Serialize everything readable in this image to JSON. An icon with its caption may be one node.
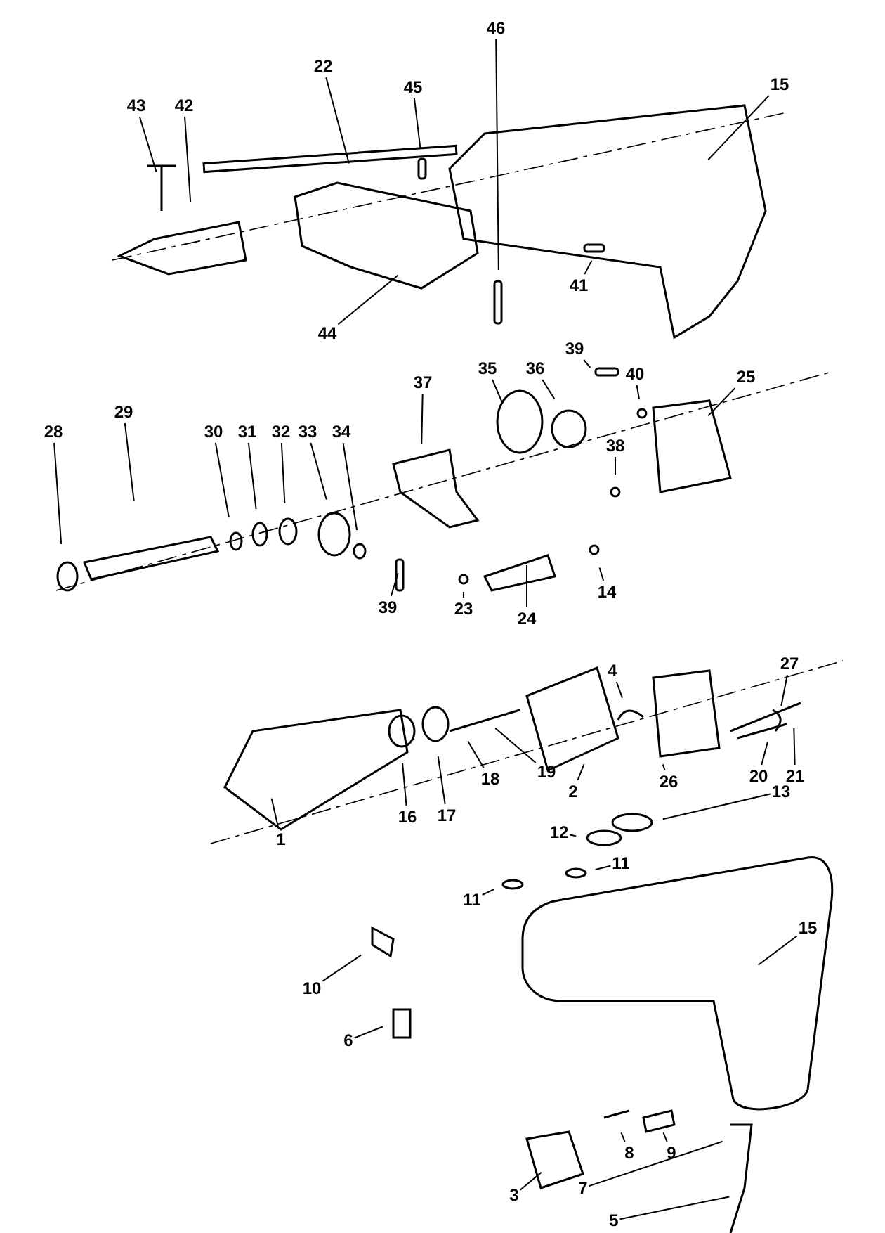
{
  "diagram": {
    "nodes": [
      {
        "text": [
          "46"
        ]
      },
      {
        "text": [
          "45"
        ]
      },
      {
        "text": [
          "43"
        ]
      },
      {
        "text": [
          "42"
        ]
      },
      {
        "text": [
          "22"
        ]
      },
      {
        "text": [
          "15"
        ]
      },
      {
        "text": [
          "44"
        ]
      },
      {
        "text": [
          "41"
        ]
      },
      {
        "text": [
          "39"
        ]
      },
      {
        "text": [
          "40"
        ]
      },
      {
        "text": [
          "37"
        ]
      },
      {
        "text": [
          "35"
        ]
      },
      {
        "text": [
          "36"
        ]
      },
      {
        "text": [
          "25"
        ]
      },
      {
        "text": [
          "28"
        ]
      },
      {
        "text": [
          "29"
        ]
      },
      {
        "text": [
          "30"
        ]
      },
      {
        "text": [
          "31"
        ]
      },
      {
        "text": [
          "32"
        ]
      },
      {
        "text": [
          "33"
        ]
      },
      {
        "text": [
          "34"
        ]
      },
      {
        "text": [
          "38"
        ]
      },
      {
        "text": [
          "4"
        ]
      },
      {
        "text": [
          "27"
        ]
      },
      {
        "text": [
          "39"
        ]
      },
      {
        "text": [
          "23"
        ]
      },
      {
        "text": [
          "24"
        ]
      },
      {
        "text": [
          "14"
        ]
      },
      {
        "text": [
          "26"
        ]
      },
      {
        "text": [
          "20"
        ]
      },
      {
        "text": [
          "21"
        ]
      },
      {
        "text": [
          "18"
        ]
      },
      {
        "text": [
          "19"
        ]
      },
      {
        "text": [
          "2"
        ]
      },
      {
        "text": [
          "16"
        ]
      },
      {
        "text": [
          "17"
        ]
      },
      {
        "text": [
          "1"
        ]
      },
      {
        "text": [
          "13"
        ]
      },
      {
        "text": [
          "12"
        ]
      },
      {
        "text": [
          "11"
        ]
      },
      {
        "text": [
          "11"
        ]
      },
      {
        "text": [
          "15"
        ]
      },
      {
        "text": [
          "10"
        ]
      },
      {
        "text": [
          "6"
        ]
      },
      {
        "text": [
          "8"
        ]
      },
      {
        "text": [
          "9"
        ]
      },
      {
        "text": [
          "3"
        ]
      },
      {
        "text": [
          "7"
        ]
      },
      {
        "text": [
          "5"
        ]
      }
    ],
    "edges": [
      {
        "from": 0,
        "to": null,
        "arrow": "none"
      },
      {
        "from": 1,
        "to": null,
        "arrow": "none"
      },
      {
        "from": 2,
        "to": null,
        "arrow": "none"
      },
      {
        "from": 3,
        "to": null,
        "arrow": "none"
      },
      {
        "from": 4,
        "to": null,
        "arrow": "none"
      },
      {
        "from": 5,
        "to": null,
        "arrow": "none"
      },
      {
        "from": 6,
        "to": null,
        "arrow": "none"
      },
      {
        "from": 7,
        "to": null,
        "arrow": "none"
      },
      {
        "from": 8,
        "to": null,
        "arrow": "none"
      },
      {
        "from": 9,
        "to": null,
        "arrow": "none"
      },
      {
        "from": 10,
        "to": null,
        "arrow": "none"
      },
      {
        "from": 11,
        "to": null,
        "arrow": "none"
      },
      {
        "from": 12,
        "to": null,
        "arrow": "none"
      },
      {
        "from": 13,
        "to": null,
        "arrow": "none"
      },
      {
        "from": 14,
        "to": null,
        "arrow": "none"
      },
      {
        "from": 15,
        "to": null,
        "arrow": "none"
      },
      {
        "from": 16,
        "to": null,
        "arrow": "none"
      },
      {
        "from": 17,
        "to": null,
        "arrow": "none"
      },
      {
        "from": 18,
        "to": null,
        "arrow": "none"
      },
      {
        "from": 19,
        "to": null,
        "arrow": "none"
      },
      {
        "from": 20,
        "to": null,
        "arrow": "none"
      },
      {
        "from": 21,
        "to": null,
        "arrow": "none"
      },
      {
        "from": 22,
        "to": null,
        "arrow": "none"
      },
      {
        "from": 23,
        "to": null,
        "arrow": "none"
      },
      {
        "from": 24,
        "to": null,
        "arrow": "none"
      },
      {
        "from": 25,
        "to": null,
        "arrow": "none"
      },
      {
        "from": 26,
        "to": null,
        "arrow": "none"
      },
      {
        "from": 27,
        "to": null,
        "arrow": "none"
      },
      {
        "from": 28,
        "to": null,
        "arrow": "none"
      },
      {
        "from": 29,
        "to": null,
        "arrow": "none"
      },
      {
        "from": 30,
        "to": null,
        "arrow": "none"
      },
      {
        "from": 31,
        "to": null,
        "arrow": "none"
      },
      {
        "from": 32,
        "to": null,
        "arrow": "none"
      },
      {
        "from": 33,
        "to": null,
        "arrow": "none"
      },
      {
        "from": 34,
        "to": null,
        "arrow": "none"
      },
      {
        "from": 35,
        "to": null,
        "arrow": "none"
      },
      {
        "from": 36,
        "to": null,
        "arrow": "none"
      },
      {
        "from": 37,
        "to": null,
        "arrow": "none"
      },
      {
        "from": 38,
        "to": null,
        "arrow": "none"
      },
      {
        "from": 39,
        "to": null,
        "arrow": "none"
      },
      {
        "from": 40,
        "to": null,
        "arrow": "none"
      },
      {
        "from": 41,
        "to": null,
        "arrow": "none"
      },
      {
        "from": 42,
        "to": null,
        "arrow": "none"
      },
      {
        "from": 43,
        "to": null,
        "arrow": "none"
      },
      {
        "from": 44,
        "to": null,
        "arrow": "none"
      },
      {
        "from": 45,
        "to": null,
        "arrow": "none"
      },
      {
        "from": 46,
        "to": null,
        "arrow": "none"
      },
      {
        "from": 47,
        "to": null,
        "arrow": "none"
      },
      {
        "from": 48,
        "to": null,
        "arrow": "none"
      }
    ]
  }
}
